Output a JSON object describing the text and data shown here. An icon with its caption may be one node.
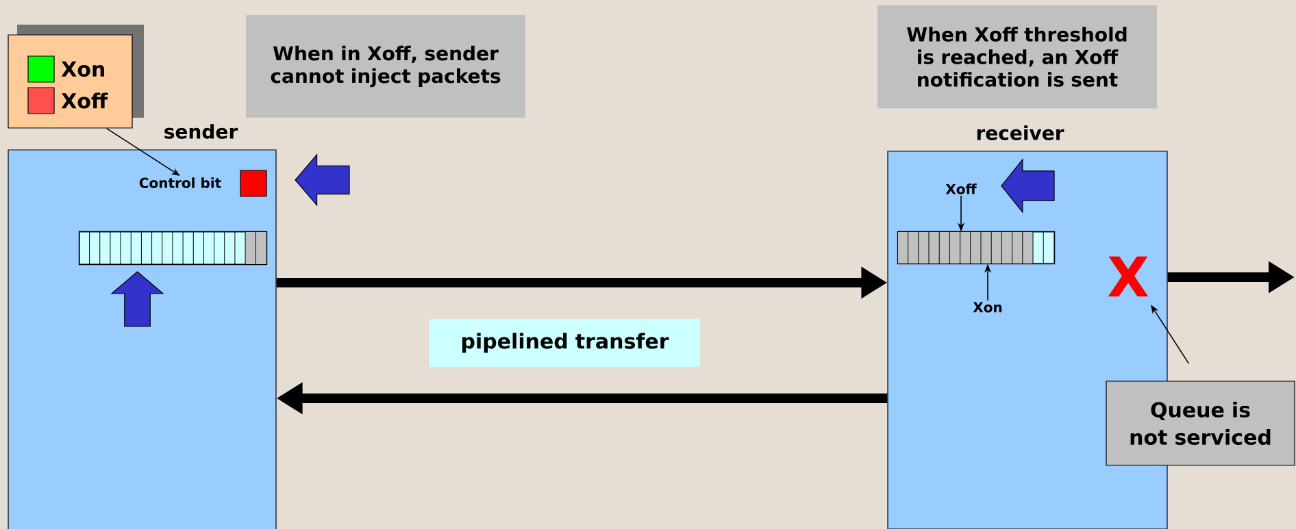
{
  "diagram": {
    "nodes": [
      {
        "text": [],
        "shape": "box"
      },
      {
        "text": [
          "When in Xoff, sender cannot inject packets"
        ]
      },
      {
        "text": [
          "sender"
        ]
      },
      {
        "text": [
          "Control bit"
        ],
        "in": 2
      },
      {
        "text": [],
        "shape": "bar",
        "in": 2
      },
      {
        "text": [
          "When Xoff threshold is reached, an Xoff notification is sent"
        ]
      },
      {
        "text": [
          "receiver"
        ]
      },
      {
        "text": [
          "Xoff"
        ],
        "in": 6
      },
      {
        "text": [],
        "shape": "bar",
        "in": 6
      },
      {
        "text": [
          "Xon"
        ],
        "in": 6
      },
      {
        "text": [
          "X"
        ],
        "in": 6
      },
      {
        "text": [
          "pipelined transfer"
        ]
      },
      {
        "text": [
          "Queue is not serviced"
        ]
      }
    ],
    "edges": [
      {
        "from": 0,
        "to": 3,
        "arrow": "to"
      },
      {
        "from": 2,
        "to": 6,
        "arrow": "to",
        "style": "thick"
      },
      {
        "from": 6,
        "to": 2,
        "arrow": "to",
        "style": "thick"
      },
      {
        "from": 6,
        "to": null,
        "arrow": "to",
        "style": "thick"
      },
      {
        "from": 7,
        "to": 8,
        "arrow": "to"
      },
      {
        "from": 9,
        "to": 8,
        "arrow": "to"
      },
      {
        "from": 12,
        "to": 10,
        "arrow": "to"
      }
    ],
    "legend": [
      {
        "text": "Xon",
        "color": "#00ff00"
      },
      {
        "text": "Xoff",
        "color": "#ff5050"
      }
    ]
  }
}
